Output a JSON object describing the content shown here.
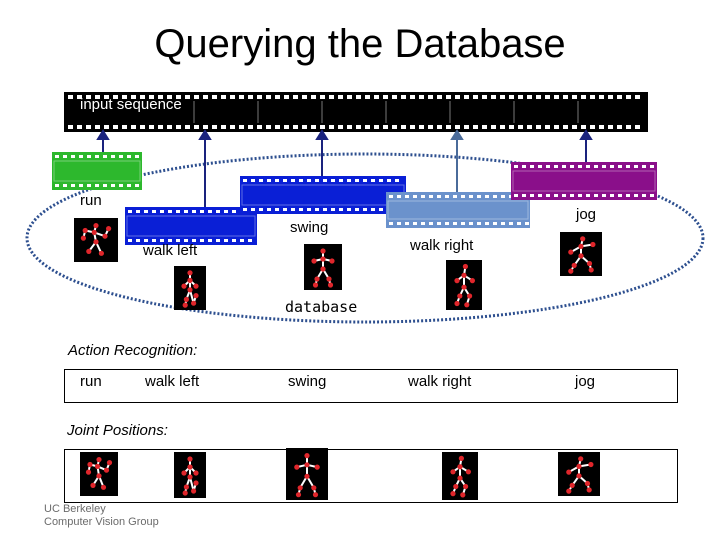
{
  "title": "Querying the Database",
  "input_sequence_label": "input sequence",
  "database_label": "database",
  "clips": [
    {
      "label": "run",
      "color": "#2db82d"
    },
    {
      "label": "walk left",
      "color": "#0a1fd6"
    },
    {
      "label": "swing",
      "color": "#0a1fd6"
    },
    {
      "label": "walk right",
      "color": "#6b92cc"
    },
    {
      "label": "jog",
      "color": "#8a0f8a"
    }
  ],
  "action_recognition": {
    "heading": "Action Recognition:",
    "results": [
      "run",
      "walk left",
      "swing",
      "walk right",
      "jog"
    ]
  },
  "joint_positions": {
    "heading": "Joint Positions:"
  },
  "footer": {
    "line1": "UC Berkeley",
    "line2": "Computer Vision Group"
  },
  "colors": {
    "ellipse": "#2d4f8f",
    "joint": "#e0262b",
    "bone": "#ffffff"
  }
}
